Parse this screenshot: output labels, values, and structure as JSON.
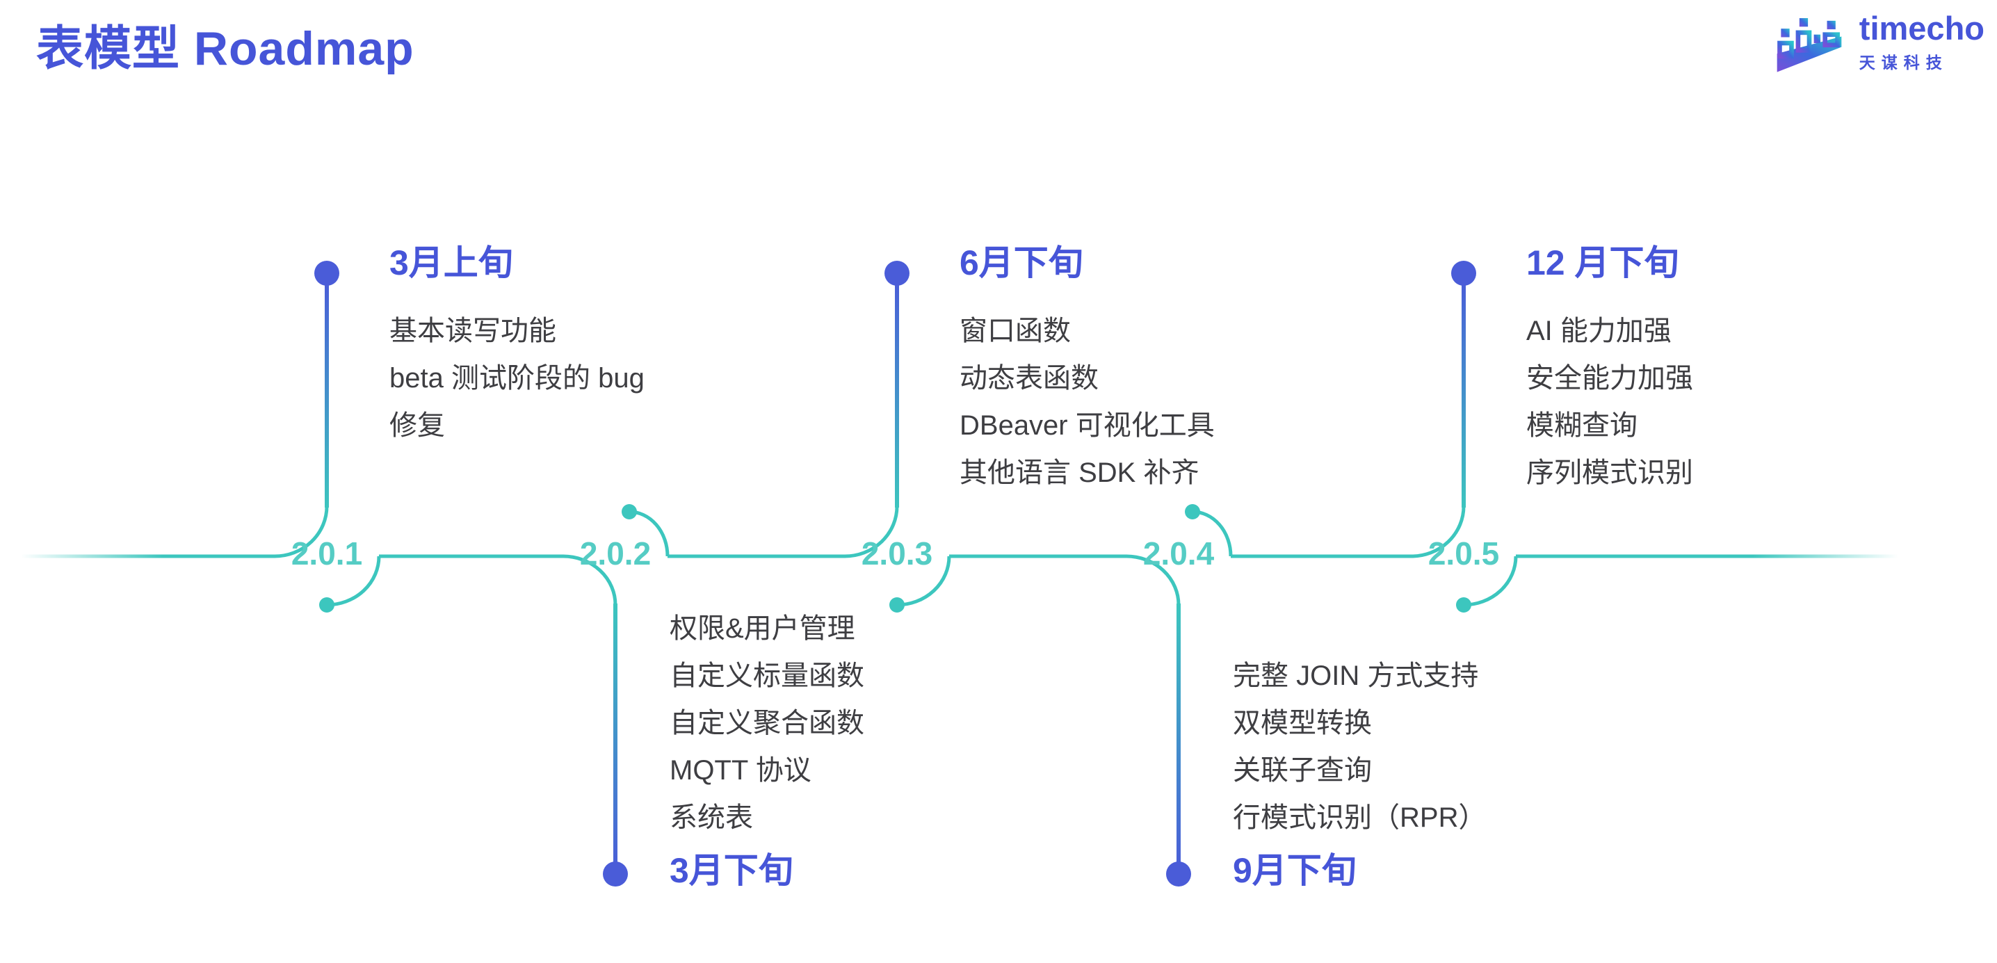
{
  "page": {
    "title": "表模型 Roadmap"
  },
  "logo": {
    "name": "timecho",
    "subtitle": "天谋科技",
    "gradient": [
      "#7a4fd9",
      "#3c69de",
      "#2bc2cd"
    ]
  },
  "colors": {
    "accent_blue": "#4655d8",
    "dot_blue": "#4a5cd8",
    "teal_line": "#3cc6be",
    "teal_version": "#55ccc4",
    "item_text": "#3e3e42"
  },
  "timeline": {
    "milestones": [
      {
        "version": "2.0.1",
        "date": "3月上旬",
        "position": "above",
        "items": [
          "基本读写功能",
          "beta 测试阶段的 bug",
          "修复"
        ]
      },
      {
        "version": "2.0.2",
        "date": "3月下旬",
        "position": "below",
        "items": [
          "权限&用户管理",
          "自定义标量函数",
          "自定义聚合函数",
          "MQTT 协议",
          "系统表"
        ]
      },
      {
        "version": "2.0.3",
        "date": "6月下旬",
        "position": "above",
        "items": [
          "窗口函数",
          "动态表函数",
          "DBeaver 可视化工具",
          "其他语言 SDK 补齐"
        ]
      },
      {
        "version": "2.0.4",
        "date": "9月下旬",
        "position": "below",
        "items": [
          "完整 JOIN 方式支持",
          "双模型转换",
          "关联子查询",
          "行模式识别（RPR）"
        ]
      },
      {
        "version": "2.0.5",
        "date": "12 月下旬",
        "position": "above",
        "items": [
          "AI 能力加强",
          "安全能力加强",
          "模糊查询",
          "序列模式识别"
        ]
      }
    ]
  }
}
